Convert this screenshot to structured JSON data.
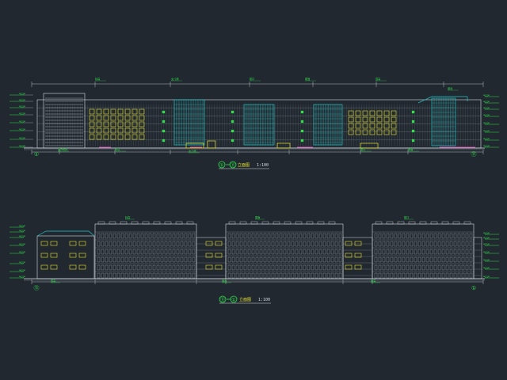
{
  "canvas": {
    "background": "#212830"
  },
  "colors": {
    "line": "#d8dde2",
    "white": "#ffffff",
    "yellow": "#e8e32a",
    "cyan": "#23c4c4",
    "green": "#2fe04a",
    "magenta": "#e03fb3",
    "dim": "#8f969c"
  },
  "upper_elevation": {
    "title_a": "①",
    "title_b": "⑪",
    "title_c": "立面图",
    "scale": "1:100",
    "tags": [
      "标高",
      "女儿墙",
      "檐口",
      "屋面",
      "层高",
      "窗台",
      "室外地坪"
    ],
    "axis_left": "①",
    "axis_right": "⑪"
  },
  "lower_elevation": {
    "title_a": "⑪",
    "title_b": "①",
    "title_c": "立面图",
    "scale": "1:100",
    "tags": [
      "标高",
      "屋面",
      "檐口",
      "层高",
      "窗台"
    ],
    "axis_left": "⑪",
    "axis_right": "①"
  }
}
